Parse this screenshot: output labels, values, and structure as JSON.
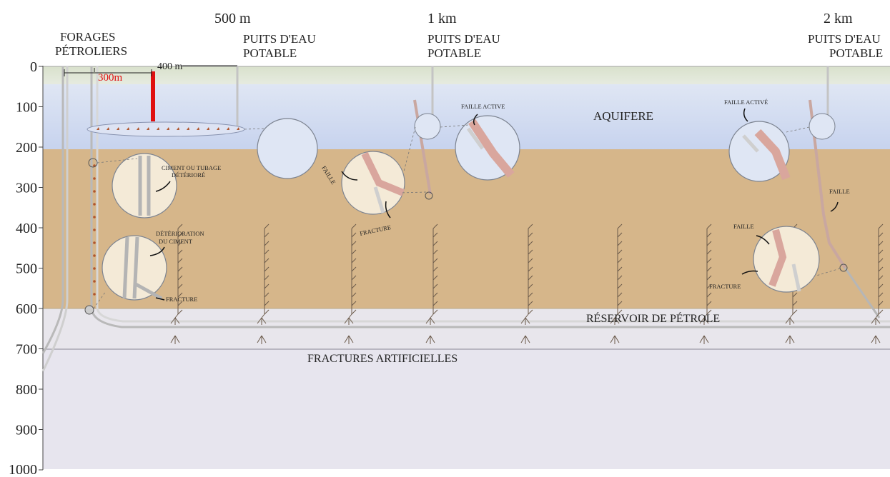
{
  "depth_axis": {
    "ticks": [
      "0",
      "100",
      "200",
      "300",
      "400",
      "500",
      "600",
      "700",
      "800",
      "900",
      "1000"
    ]
  },
  "top_labels": {
    "oil_wells_line1": "FORAGES",
    "oil_wells_line2": "PÉTROLIERS",
    "distance_500": "500 m",
    "distance_1km": "1 km",
    "distance_2km": "2 km",
    "well_water_1_line1": "PUITS D'EAU",
    "well_water_1_line2": "POTABLE",
    "well_water_2_line1": "PUITS D'EAU",
    "well_water_2_line2": "POTABLE",
    "well_water_3_line1": "PUITS D'EAU",
    "well_water_3_line2": "POTABLE",
    "dist_300": "300m",
    "dist_400": "400 m"
  },
  "layers": {
    "aquifer": "AQUIFERE",
    "reservoir": "RÉSERVOIR DE PÉTROLE",
    "fractures": "FRACTURES ARTIFICIELLES"
  },
  "annotations": {
    "cement_casing_line1": "CIMENT OU TUBAGE",
    "cement_casing_line2": "DÉTÉRIORÉ",
    "cement_det_line1": "DÉTÉRIORATION",
    "cement_det_line2": "DU CIMENT",
    "fracture_small": "FRACTURE",
    "faille_1": "FAILLE",
    "fracture_1": "FRACTURE",
    "faille_active_1": "FAILLE ACTIVE",
    "faille_active_2": "FAILLE ACTIVÉ",
    "faille_2": "FAILLE",
    "faille_3": "FAILLE",
    "fracture_2": "FRACTURE"
  },
  "colors": {
    "aquifer_top": "#dfe6f4",
    "aquifer_bottom": "#cbd6ef",
    "soil": "#d8b98c",
    "reservoir": "#e7e4ec",
    "deep": "#e6e4ee",
    "ground_strip": "#d6dfc9",
    "red_marker": "#e01010",
    "casing": "#c8c8c8",
    "contaminant": "#b0552d"
  }
}
